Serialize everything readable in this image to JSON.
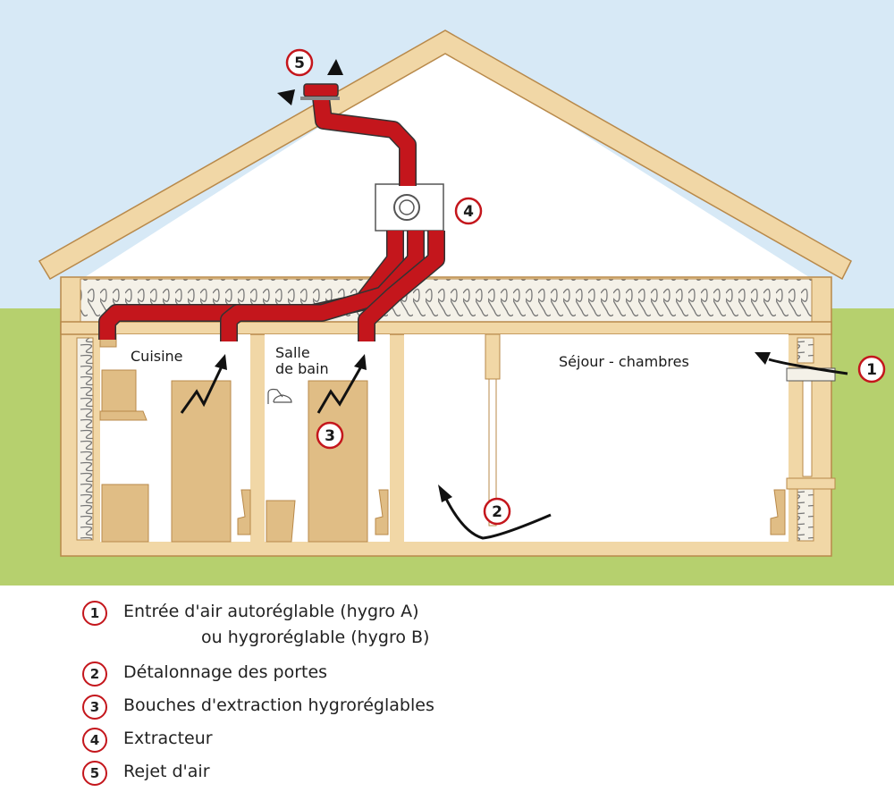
{
  "colors": {
    "sky": "#d7e9f6",
    "grass": "#b6d06e",
    "timber": "#f1d7a6",
    "timber_stroke": "#b8894a",
    "furniture": "#e0bd85",
    "duct": "#c4161c",
    "insulation": "#f4f1e8",
    "badge_ring": "#c4161c"
  },
  "rooms": {
    "kitchen": "Cuisine",
    "bathroom_line1": "Salle",
    "bathroom_line2": "de bain",
    "living": "Séjour - chambres"
  },
  "markers": {
    "m1": "1",
    "m2": "2",
    "m3": "3",
    "m4": "4",
    "m5": "5"
  },
  "legend": [
    {
      "num": "1",
      "text": "Entrée d'air autoréglable (hygro A)",
      "sub": "ou hygroréglable (hygro B)"
    },
    {
      "num": "2",
      "text": "Détalonnage des portes"
    },
    {
      "num": "3",
      "text": "Bouches d'extraction hygroréglables"
    },
    {
      "num": "4",
      "text": "Extracteur"
    },
    {
      "num": "5",
      "text": "Rejet d'air"
    }
  ]
}
